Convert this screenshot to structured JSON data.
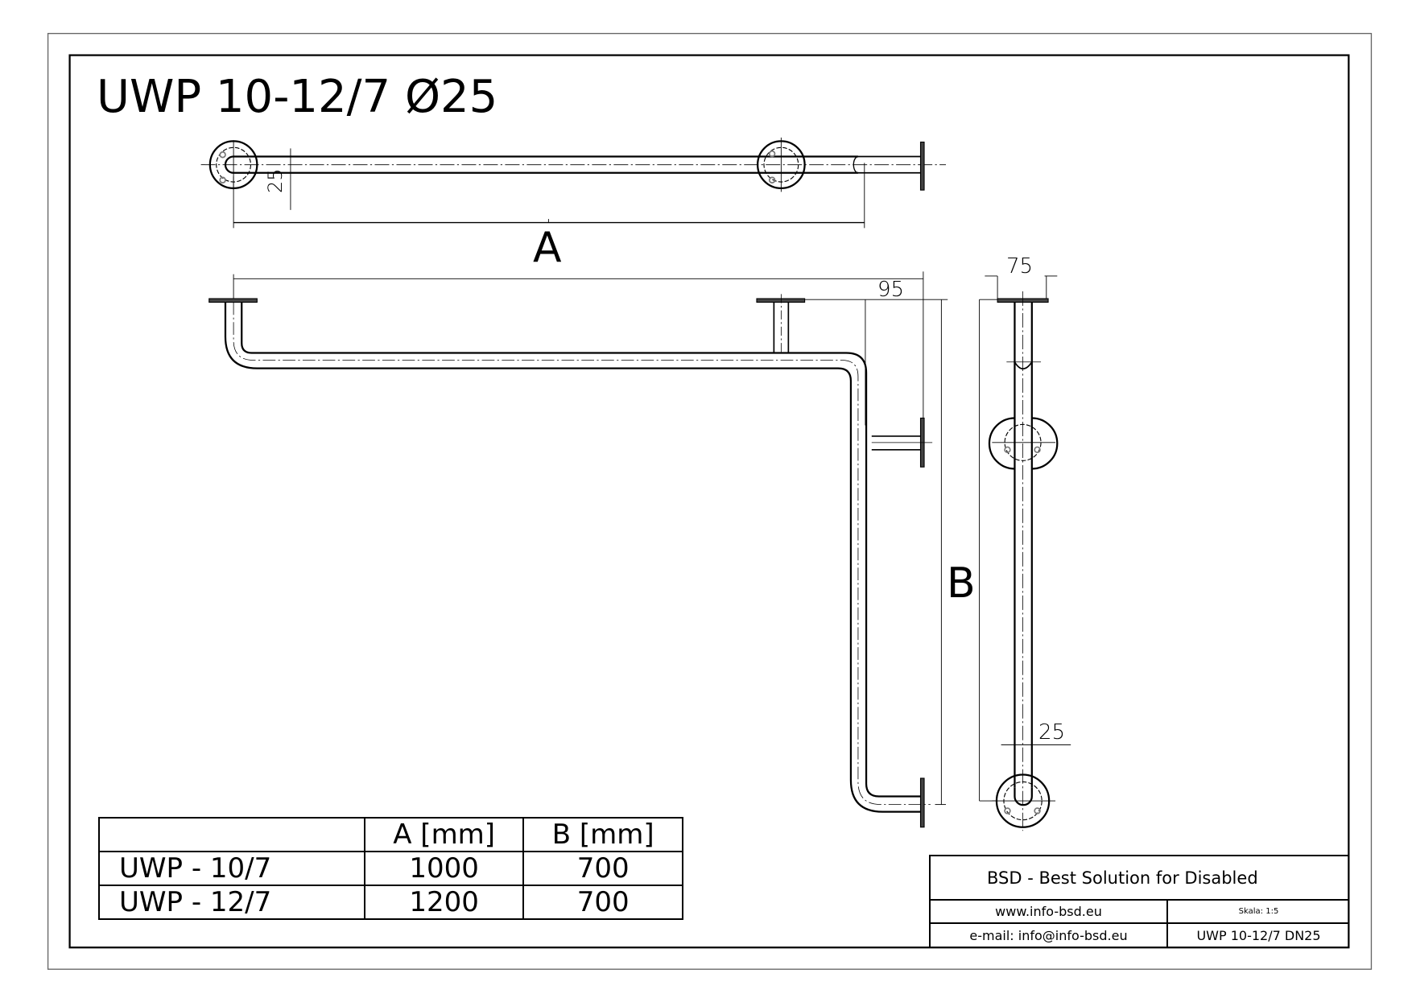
{
  "drawing": {
    "title": "UWP 10-12/7 Ø25",
    "title_prefix": "UWP 10-12/7 ",
    "title_diameter": "Ø25",
    "top_view": {
      "tube_diameter_label": "25",
      "dimension_label": "A"
    },
    "front_view": {
      "offset_label": "95",
      "dimension_label": "B"
    },
    "side_view": {
      "flange_label": "75",
      "tube_diameter_label": "25"
    }
  },
  "dimension_table": {
    "headers": [
      "",
      "A [mm]",
      "B [mm]"
    ],
    "rows": [
      {
        "model": "UWP - 10/7",
        "a": "1000",
        "b": "700"
      },
      {
        "model": "UWP - 12/7",
        "a": "1200",
        "b": "700"
      }
    ]
  },
  "title_block": {
    "company": "BSD - Best Solution for Disabled",
    "website": "www.info-bsd.eu",
    "scale": "Skala: 1:5",
    "email": "e-mail: info@info-bsd.eu",
    "part_code": "UWP 10-12/7 DN25"
  },
  "colors": {
    "line": "#000000",
    "border_gray": "#555555",
    "bolt_gray": "#888888",
    "background": "#ffffff"
  }
}
